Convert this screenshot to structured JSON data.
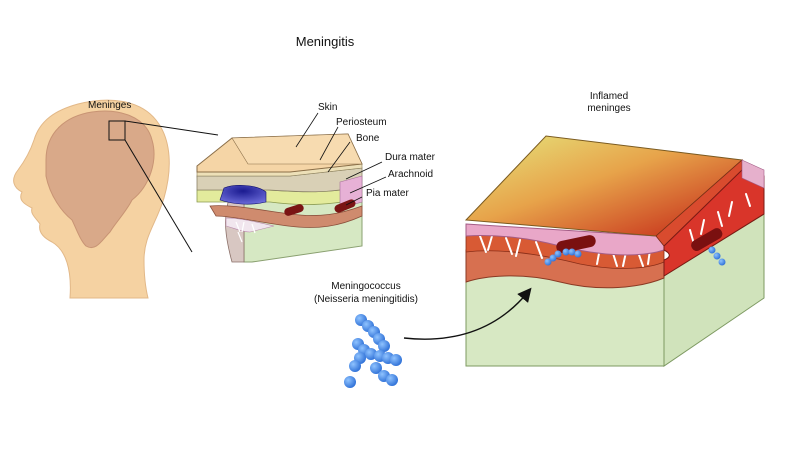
{
  "title": "Meningitis",
  "labels": {
    "meninges": "Meninges",
    "skin": "Skin",
    "periosteum": "Periosteum",
    "bone": "Bone",
    "dura_mater": "Dura mater",
    "arachnoid": "Arachnoid",
    "pia_mater": "Pia mater",
    "inflamed_line1": "Inflamed",
    "inflamed_line2": "meninges",
    "bacteria_line1": "Meningococcus",
    "bacteria_line2": "(Neisseria meningitidis)"
  },
  "colors": {
    "skin": "#f6d6a6",
    "head_skin": "#f7d3a5",
    "brain": "#d7a887",
    "bone": "#d8d0b8",
    "dura": "#e2ea9c",
    "arachnoid": "#e3a6d2",
    "pia": "#d66a4e",
    "brain_tissue": "#d6e8c4",
    "vessel_blue": "#1a1a8c",
    "vessel_red": "#8c1616",
    "bacteria": "#3b82e6",
    "inflamed_top_start": "#e8e27a",
    "inflamed_top_end": "#c8261a"
  }
}
